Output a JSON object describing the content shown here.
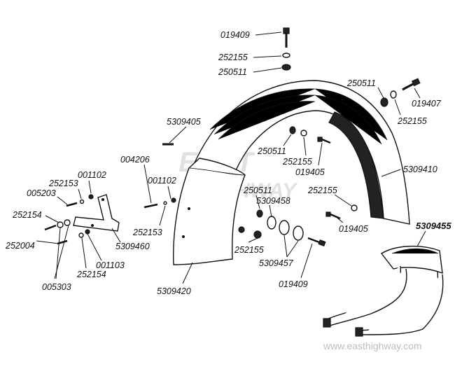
{
  "watermark": {
    "line1": "EAST",
    "line2": "HIGHWAY",
    "url": "www.easthighway.com"
  },
  "labels": {
    "l019409_top": "019409",
    "l252155_top": "252155",
    "l250511_top": "250511",
    "l250511_r": "250511",
    "l019407": "019407",
    "l252155_r": "252155",
    "l5309405": "5309405",
    "l250511_m": "250511",
    "l252155_m": "252155",
    "l019405_m": "019405",
    "l5309410": "5309410",
    "l004206": "004206",
    "l001102_a": "001102",
    "l001102_b": "001102",
    "l252153_a": "252153",
    "l005203": "005203",
    "l252154_a": "252154",
    "l252004": "252004",
    "l252153_b": "252153",
    "l5309460": "5309460",
    "l001103": "001103",
    "l252154_b": "252154",
    "l005303": "005303",
    "l250511_l": "250511",
    "l5309458": "5309458",
    "l252155_l": "252155",
    "l252155_b": "252155",
    "l5309457": "5309457",
    "l019409_b": "019409",
    "l019405_b": "019405",
    "l5309420": "5309420",
    "l5309455": "5309455"
  }
}
